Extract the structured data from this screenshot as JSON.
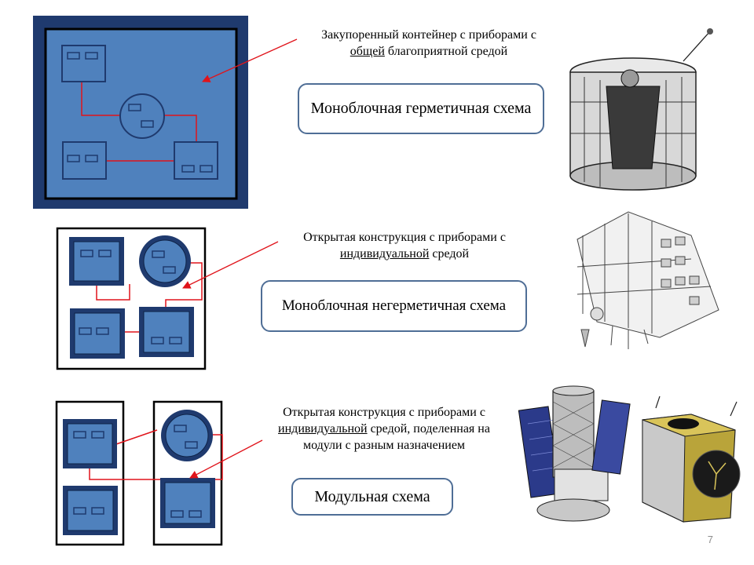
{
  "slide": {
    "page_number": "7"
  },
  "rows": [
    {
      "caption_line1": "Закупоренный контейнер с приборами с",
      "caption_underlined": "общей",
      "caption_line2_rest": " благоприятной средой",
      "scheme_label": "Моноблочная герметичная схема",
      "illustration": "sealed-satellite-illustration"
    },
    {
      "caption_line1": "Открытая конструкция с приборами с",
      "caption_underlined": "индивидуальной",
      "caption_line2_rest": " средой",
      "scheme_label": "Моноблочная негерметичная схема",
      "illustration": "open-frame-satellite-illustration"
    },
    {
      "caption_line1": "Открытая конструкция с приборами с",
      "caption_underlined": "индивидуальной",
      "caption_line2_rest": " средой, поделенная на",
      "caption_line3": "модули с разным назначением",
      "scheme_label": "Модульная схема",
      "illustration": "modular-satellites-illustration"
    }
  ],
  "colors": {
    "module_fill": "#4f81bd",
    "module_dark": "#1f3a6e",
    "connector": "#e0141b",
    "box_border": "#4f6e96"
  }
}
